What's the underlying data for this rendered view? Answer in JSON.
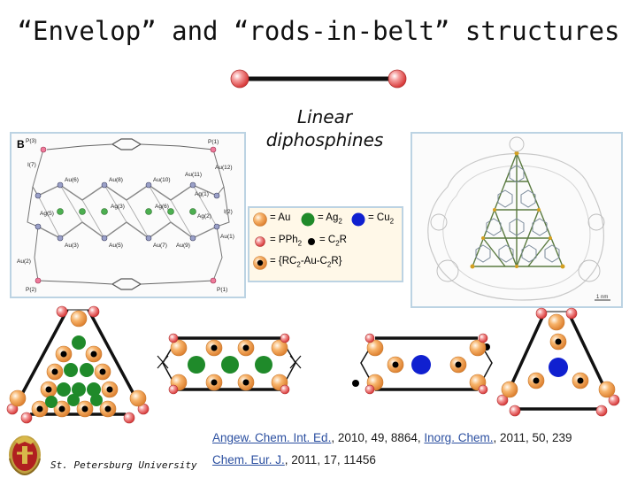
{
  "slide": {
    "title": "“Envelop” and “rods-in-belt” structures"
  },
  "linker": {
    "caption_line1": "Linear",
    "caption_line2": "diphosphines"
  },
  "panel_b": {
    "label": "B",
    "atom_labels": [
      "P(3)",
      "P(1)",
      "Au(12)",
      "Au(6)",
      "Au(8)",
      "Au(10)",
      "Au(11)",
      "Ag(1)",
      "Ag(3)",
      "Ag(5)",
      "Ag(6)",
      "Ag(2)",
      "Au(1)",
      "Au(3)",
      "Au(5)",
      "Au(7)",
      "Au(9)",
      "Au(2)",
      "P(2)",
      "P(1)",
      "I(7)",
      "I(2)"
    ]
  },
  "legend": {
    "row1_au": "= Au",
    "row1_ag": "= Ag",
    "row1_ag_sub": "2",
    "row1_cu": "= Cu",
    "row1_cu_sub": "2",
    "row2_pph": "= PPh",
    "row2_pph_sub": "2",
    "row2_c2r": "= C",
    "row2_c2r_sub": "2",
    "row2_c2r_tail": "R",
    "row3": "= {RC",
    "row3_sub": "2",
    "row3_mid": "-Au-C",
    "row3_sub2": "2",
    "row3_tail": "R}"
  },
  "crystal": {
    "scale_label": "1 nm"
  },
  "references": {
    "ref1_journal": "Angew. Chem. Int. Ed.",
    "ref1_rest": ", 2010, 49, 8864, ",
    "ref2_journal": "Inorg. Chem.",
    "ref2_rest": ", 2011, 50, 239",
    "ref3_journal": "Chem. Eur. J.",
    "ref3_rest": ", 2011, 17, 11456"
  },
  "footer": {
    "university": "St. Petersburg University"
  },
  "colors": {
    "gold": "#f3a45a",
    "silver_green": "#1f8a2a",
    "copper_blue": "#1020d0",
    "phosphine_red": "#f07070",
    "panel_border": "#bcd3e3",
    "link": "#2b4fa0"
  }
}
